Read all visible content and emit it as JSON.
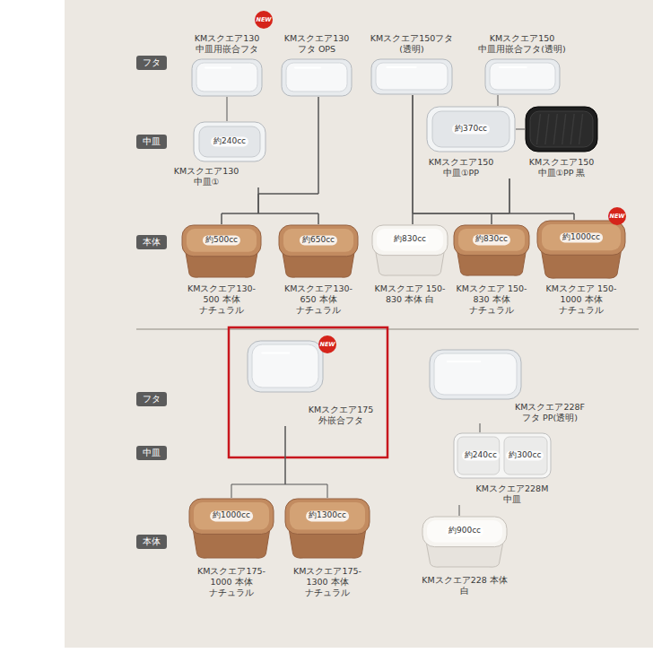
{
  "diagram": {
    "nodes": [
      {
        "text": [
          "フタ"
        ]
      },
      {
        "text": [
          "KMスクエア130 中皿用嵌合フタ"
        ]
      },
      {
        "text": [
          "NEW"
        ],
        "in": 1
      },
      {
        "text": [
          "KMスクエア130 フタ OPS"
        ]
      },
      {
        "text": [
          "KMスクエア150フタ (透明)"
        ]
      },
      {
        "text": [
          "KMスクエア150 中皿用嵌合フタ(透明)"
        ]
      },
      {
        "text": [
          "中皿"
        ]
      },
      {
        "text": [
          "約240cc",
          "KMスクエア130 中皿①"
        ]
      },
      {
        "text": [
          "約370cc",
          "KMスクエア150 中皿①PP"
        ]
      },
      {
        "text": [
          "KMスクエア150 中皿①PP 黒"
        ]
      },
      {
        "text": [
          "本体"
        ]
      },
      {
        "text": [
          "約500cc",
          "KMスクエア130-500 本体 ナチュラル"
        ]
      },
      {
        "text": [
          "約650cc",
          "KMスクエア130-650 本体 ナチュラル"
        ]
      },
      {
        "text": [
          "約830cc",
          "KMスクエア 150-830 本体 白"
        ]
      },
      {
        "text": [
          "約830cc",
          "KMスクエア 150-830 本体 ナチュラル"
        ]
      },
      {
        "text": [
          "約1000cc",
          "KMスクエア 150-1000 本体 ナチュラル"
        ]
      },
      {
        "text": [
          "NEW"
        ],
        "in": 15
      },
      {
        "text": [
          "フタ"
        ]
      },
      {
        "text": [
          "KMスクエア175 外嵌合フタ"
        ]
      },
      {
        "text": [
          "NEW"
        ],
        "in": 18
      },
      {
        "text": [
          "KMスクエア228F フタ PP(透明)"
        ]
      },
      {
        "text": [
          "中皿"
        ]
      },
      {
        "text": [
          "約240cc",
          "約300cc",
          "KMスクエア228M 中皿"
        ]
      },
      {
        "text": [
          "本体"
        ]
      },
      {
        "text": [
          "約1000cc",
          "KMスクエア175-1000 本体 ナチュラル"
        ]
      },
      {
        "text": [
          "約1300cc",
          "KMスクエア175-1300 本体 ナチュラル"
        ]
      },
      {
        "text": [
          "約900cc",
          "KMスクエア228 本体 白"
        ]
      }
    ],
    "edges": [
      {
        "from": 1,
        "to": 7,
        "arrow": "none"
      },
      {
        "from": 7,
        "to": 11,
        "arrow": "none"
      },
      {
        "from": 7,
        "to": 12,
        "arrow": "none"
      },
      {
        "from": 3,
        "to": 11,
        "arrow": "none"
      },
      {
        "from": 3,
        "to": 12,
        "arrow": "none"
      },
      {
        "from": 5,
        "to": 8,
        "arrow": "none"
      },
      {
        "from": 8,
        "to": 9,
        "arrow": "none"
      },
      {
        "from": 4,
        "to": 13,
        "arrow": "none"
      },
      {
        "from": 4,
        "to": 14,
        "arrow": "none"
      },
      {
        "from": 4,
        "to": 15,
        "arrow": "none"
      },
      {
        "from": 8,
        "to": 13,
        "arrow": "none"
      },
      {
        "from": 8,
        "to": 14,
        "arrow": "none"
      },
      {
        "from": 8,
        "to": 15,
        "arrow": "none"
      },
      {
        "from": 18,
        "to": 24,
        "arrow": "none"
      },
      {
        "from": 18,
        "to": 25,
        "arrow": "none"
      },
      {
        "from": 20,
        "to": 22,
        "arrow": "none"
      },
      {
        "from": 22,
        "to": 26,
        "arrow": "none"
      }
    ]
  }
}
